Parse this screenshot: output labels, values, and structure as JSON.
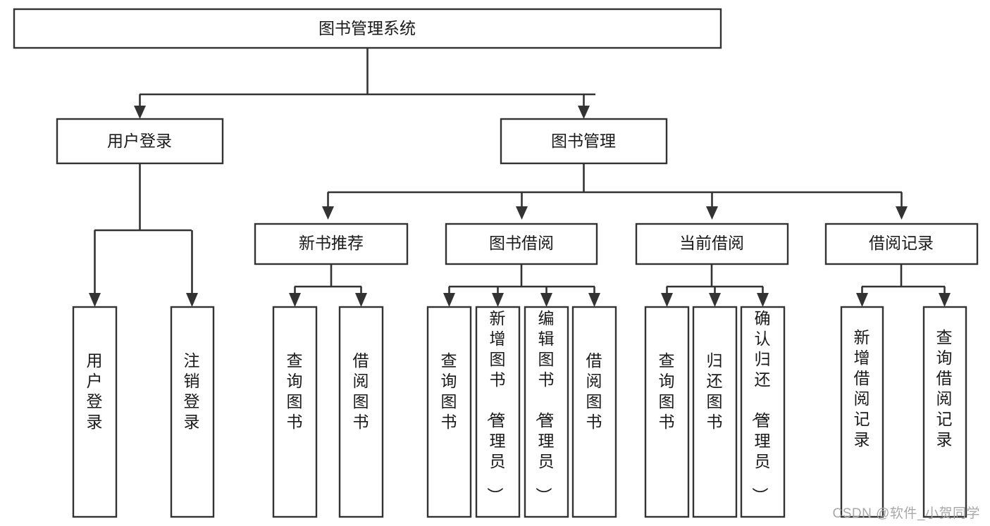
{
  "diagram": {
    "type": "tree",
    "orientation": "top-down",
    "root": {
      "id": "root",
      "label": "图书管理系统"
    },
    "level2": [
      {
        "id": "user-login",
        "label": "用户登录"
      },
      {
        "id": "book-manage",
        "label": "图书管理"
      }
    ],
    "level3": [
      {
        "id": "new-book-rec",
        "label": "新书推荐",
        "parent": "book-manage"
      },
      {
        "id": "book-borrow",
        "label": "图书借阅",
        "parent": "book-manage"
      },
      {
        "id": "current-borrow",
        "label": "当前借阅",
        "parent": "book-manage"
      },
      {
        "id": "borrow-record",
        "label": "借阅记录",
        "parent": "book-manage"
      }
    ],
    "leaves": [
      {
        "id": "leaf-user-login",
        "label": "用户登录",
        "parent": "user-login"
      },
      {
        "id": "leaf-logout-login",
        "label": "注销登录",
        "parent": "user-login"
      },
      {
        "id": "leaf-query-book-1",
        "label": "查询图书",
        "parent": "new-book-rec"
      },
      {
        "id": "leaf-borrow-book-1",
        "label": "借阅图书",
        "parent": "new-book-rec"
      },
      {
        "id": "leaf-query-book-2",
        "label": "查询图书",
        "parent": "book-borrow"
      },
      {
        "id": "leaf-add-book",
        "label": "新增图书（管理员）",
        "parent": "book-borrow"
      },
      {
        "id": "leaf-edit-book",
        "label": "编辑图书（管理员）",
        "parent": "book-borrow"
      },
      {
        "id": "leaf-borrow-book-2",
        "label": "借阅图书",
        "parent": "book-borrow"
      },
      {
        "id": "leaf-query-book-3",
        "label": "查询图书",
        "parent": "current-borrow"
      },
      {
        "id": "leaf-return-book",
        "label": "归还图书",
        "parent": "current-borrow"
      },
      {
        "id": "leaf-confirm-return",
        "label": "确认归还（管理员）",
        "parent": "current-borrow"
      },
      {
        "id": "leaf-add-record",
        "label": "新增借阅记录",
        "parent": "borrow-record"
      },
      {
        "id": "leaf-query-record",
        "label": "查询借阅记录",
        "parent": "borrow-record"
      }
    ]
  },
  "watermark": {
    "text": "CSDN @软件_小贺同学"
  },
  "colors": {
    "stroke": "#333333",
    "box_fill": "#ffffff",
    "text": "#1a1a1a",
    "watermark": "#a8a8a8",
    "background": "#ffffff"
  }
}
